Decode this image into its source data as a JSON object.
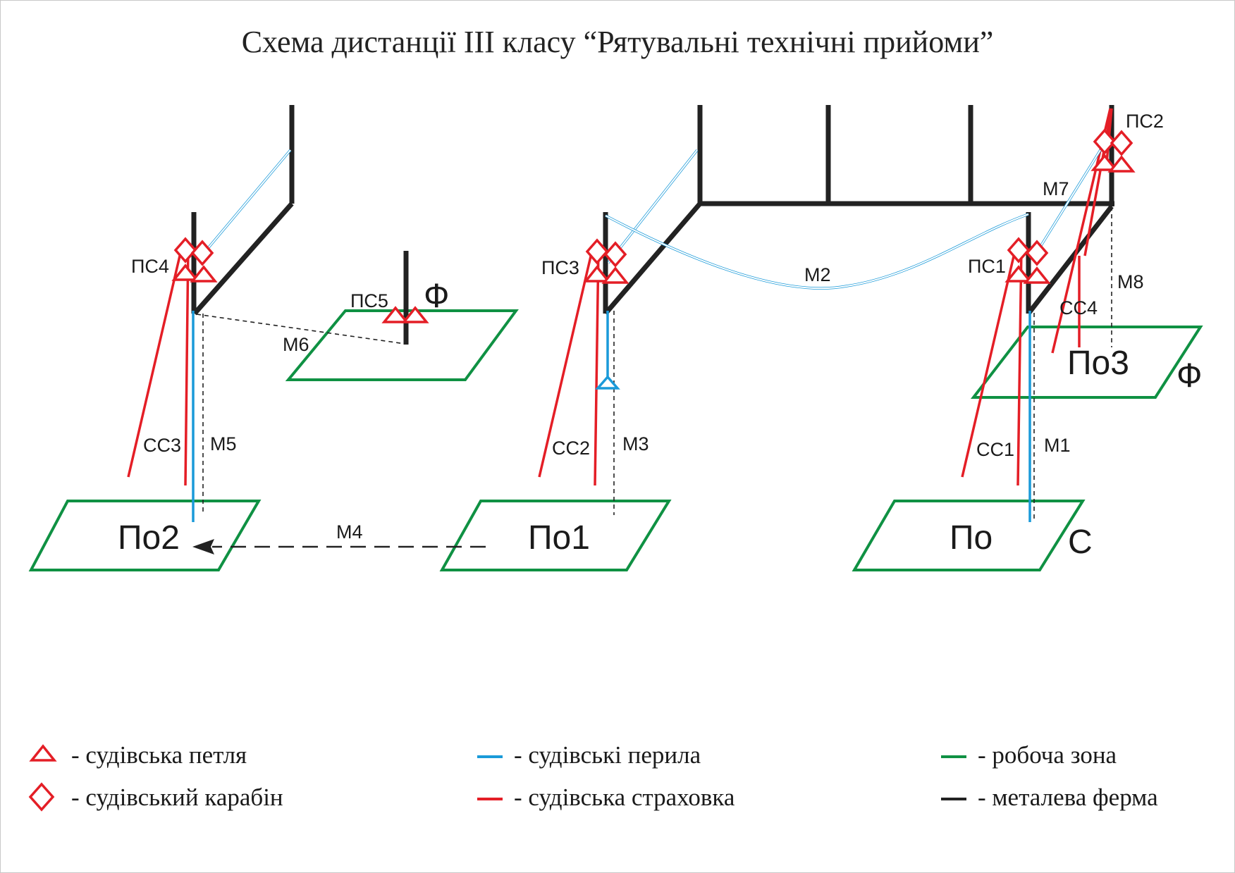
{
  "title": "Схема дистанції ІІІ класу “Рятувальні технічні прийоми”",
  "labels": {
    "ps1": "ПС1",
    "ps2": "ПС2",
    "ps3": "ПС3",
    "ps4": "ПС4",
    "ps5": "ПС5",
    "ss1": "СС1",
    "ss2": "СС2",
    "ss3": "СС3",
    "ss4": "СС4",
    "m1": "М1",
    "m2": "М2",
    "m3": "М3",
    "m4": "М4",
    "m5": "М5",
    "m6": "М6",
    "m7": "М7",
    "m8": "М8",
    "po": "По",
    "po1": "По1",
    "po2": "По2",
    "po3": "По3",
    "start": "С",
    "finish_left": "Ф",
    "finish_right": "Ф"
  },
  "legend": {
    "loop": "- судівська петля",
    "carabiner": "- судівський карабін",
    "railing": "- судівські перила",
    "belay": "- судівська страховка",
    "work_zone": "- робоча зона",
    "truss": "- металева ферма"
  },
  "colors": {
    "truss": "#222222",
    "work_zone": "#0f9143",
    "belay": "#e41e26",
    "railing": "#1a9ad9",
    "background": "#ffffff"
  }
}
